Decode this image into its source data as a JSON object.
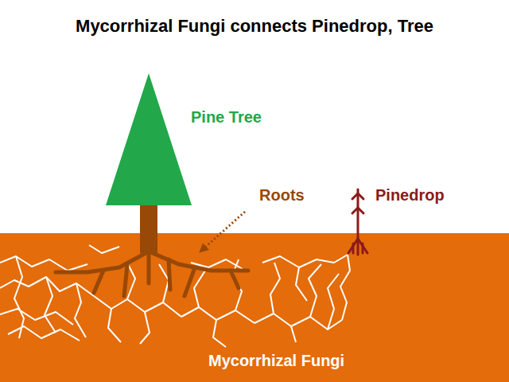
{
  "diagram": {
    "title": "Mycorrhizal Fungi connects Pinedrop, Tree",
    "labels": [
      "Pine Tree",
      "Roots",
      "Pinedrop",
      "Mycorrhizal Fungi"
    ]
  }
}
